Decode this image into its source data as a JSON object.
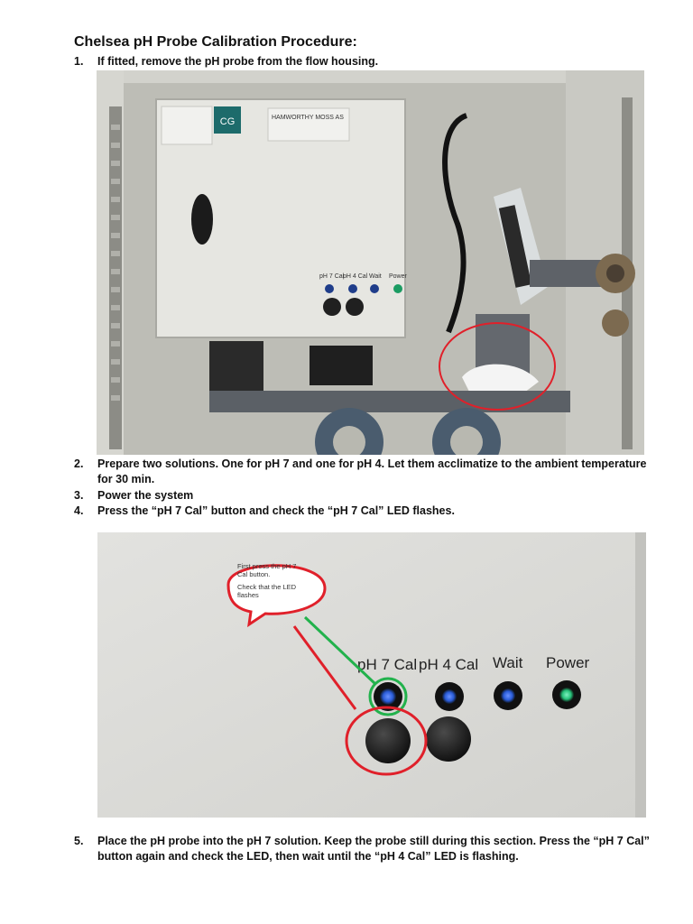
{
  "title": "Chelsea pH Probe Calibration Procedure:",
  "steps": [
    {
      "num": "1.",
      "text": "If fitted, remove the pH probe from the flow housing."
    },
    {
      "num": "2.",
      "text": "Prepare two solutions. One for pH 7 and one for pH 4. Let them acclimatize to the ambient temperature for 30 min."
    },
    {
      "num": "3.",
      "text": "Power the system"
    },
    {
      "num": "4.",
      "text": "Press the “pH 7 Cal” button and check the “pH 7 Cal” LED flashes."
    },
    {
      "num": "5.",
      "text": "Place the pH probe into the pH 7 solution. Keep the probe still during this section. Press the “pH 7 Cal” button again and check the LED, then wait until the “pH 4 Cal” LED is flashing."
    }
  ],
  "photo1": {
    "brand_label": "HAMWORTHY MOSS AS",
    "logo_text": "CG",
    "panel_labels": [
      "pH 7 Cal",
      "pH 4 Cal",
      "Wait",
      "Power"
    ]
  },
  "photo2": {
    "panel_labels": [
      "pH 7 Cal",
      "pH 4 Cal",
      "Wait",
      "Power"
    ],
    "callout_line1": "First press the pH 7",
    "callout_line2": "Cal button.",
    "callout_line3": "Check that the LED",
    "callout_line4": "flashes"
  },
  "colors": {
    "annotation_red": "#e0202a",
    "annotation_green": "#22b24c",
    "enclosure_grey": "#dcdcd8",
    "led_blue": "#2a5cd8",
    "led_green": "#27c27a"
  }
}
